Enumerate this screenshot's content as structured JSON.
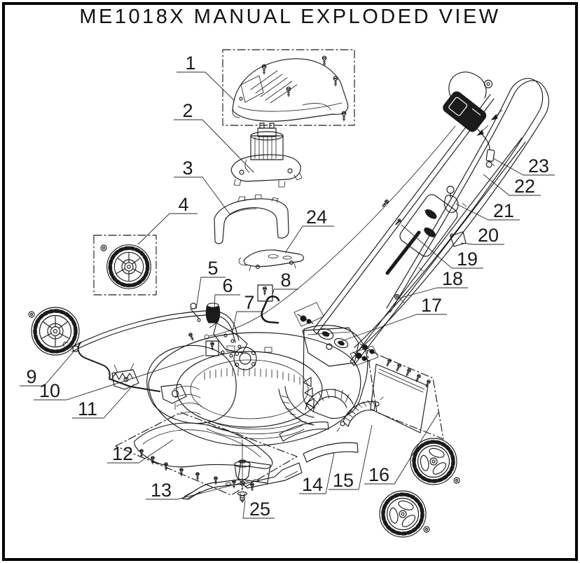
{
  "title": "ME1018X MANUAL EXPLODED VIEW",
  "colors": {
    "ink": "#1b1b1b",
    "paper": "#ffffff"
  },
  "diagram": {
    "type": "exploded-parts-view",
    "subject": "ME1018X manual lawn mower",
    "part_numbers": [
      "1",
      "2",
      "3",
      "4",
      "5",
      "6",
      "7",
      "8",
      "9",
      "10",
      "11",
      "12",
      "13",
      "14",
      "15",
      "16",
      "17",
      "18",
      "19",
      "20",
      "21",
      "22",
      "23",
      "24",
      "25"
    ]
  }
}
